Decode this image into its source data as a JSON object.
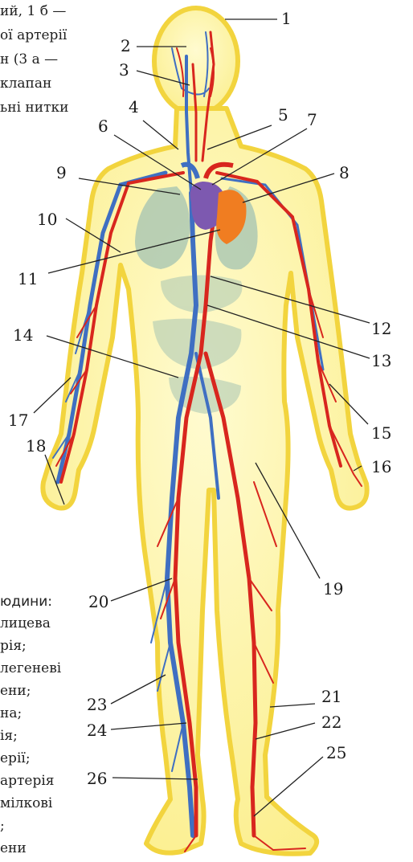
{
  "caption_lines": [
    "ий, 1 б —",
    "ої артерії",
    "н (3 а —",
    "клапан",
    "ьні нитки"
  ],
  "legend": {
    "heading": "юдини:",
    "lines": [
      "лицева",
      "рія;",
      "легеневі",
      "ени;",
      "на;",
      "ія;",
      "ерії;",
      "артерія",
      "мілкові",
      ";",
      "ени"
    ]
  },
  "labels": [
    "1",
    "2",
    "3",
    "4",
    "5",
    "6",
    "7",
    "8",
    "9",
    "10",
    "11",
    "12",
    "13",
    "14",
    "15",
    "16",
    "17",
    "18",
    "19",
    "20",
    "21",
    "22",
    "23",
    "24",
    "25",
    "26"
  ],
  "colors": {
    "skin": "#fbf39c",
    "outline": "#f2d43e",
    "artery": "#d8261e",
    "vein": "#3f6fc2",
    "heart_right": "#7d59b0",
    "heart_left": "#f07d21",
    "lungs": "#a7c6b3",
    "leader": "#222222"
  },
  "icons": [
    "human-body-figure",
    "heart-icon",
    "lungs-icon"
  ]
}
